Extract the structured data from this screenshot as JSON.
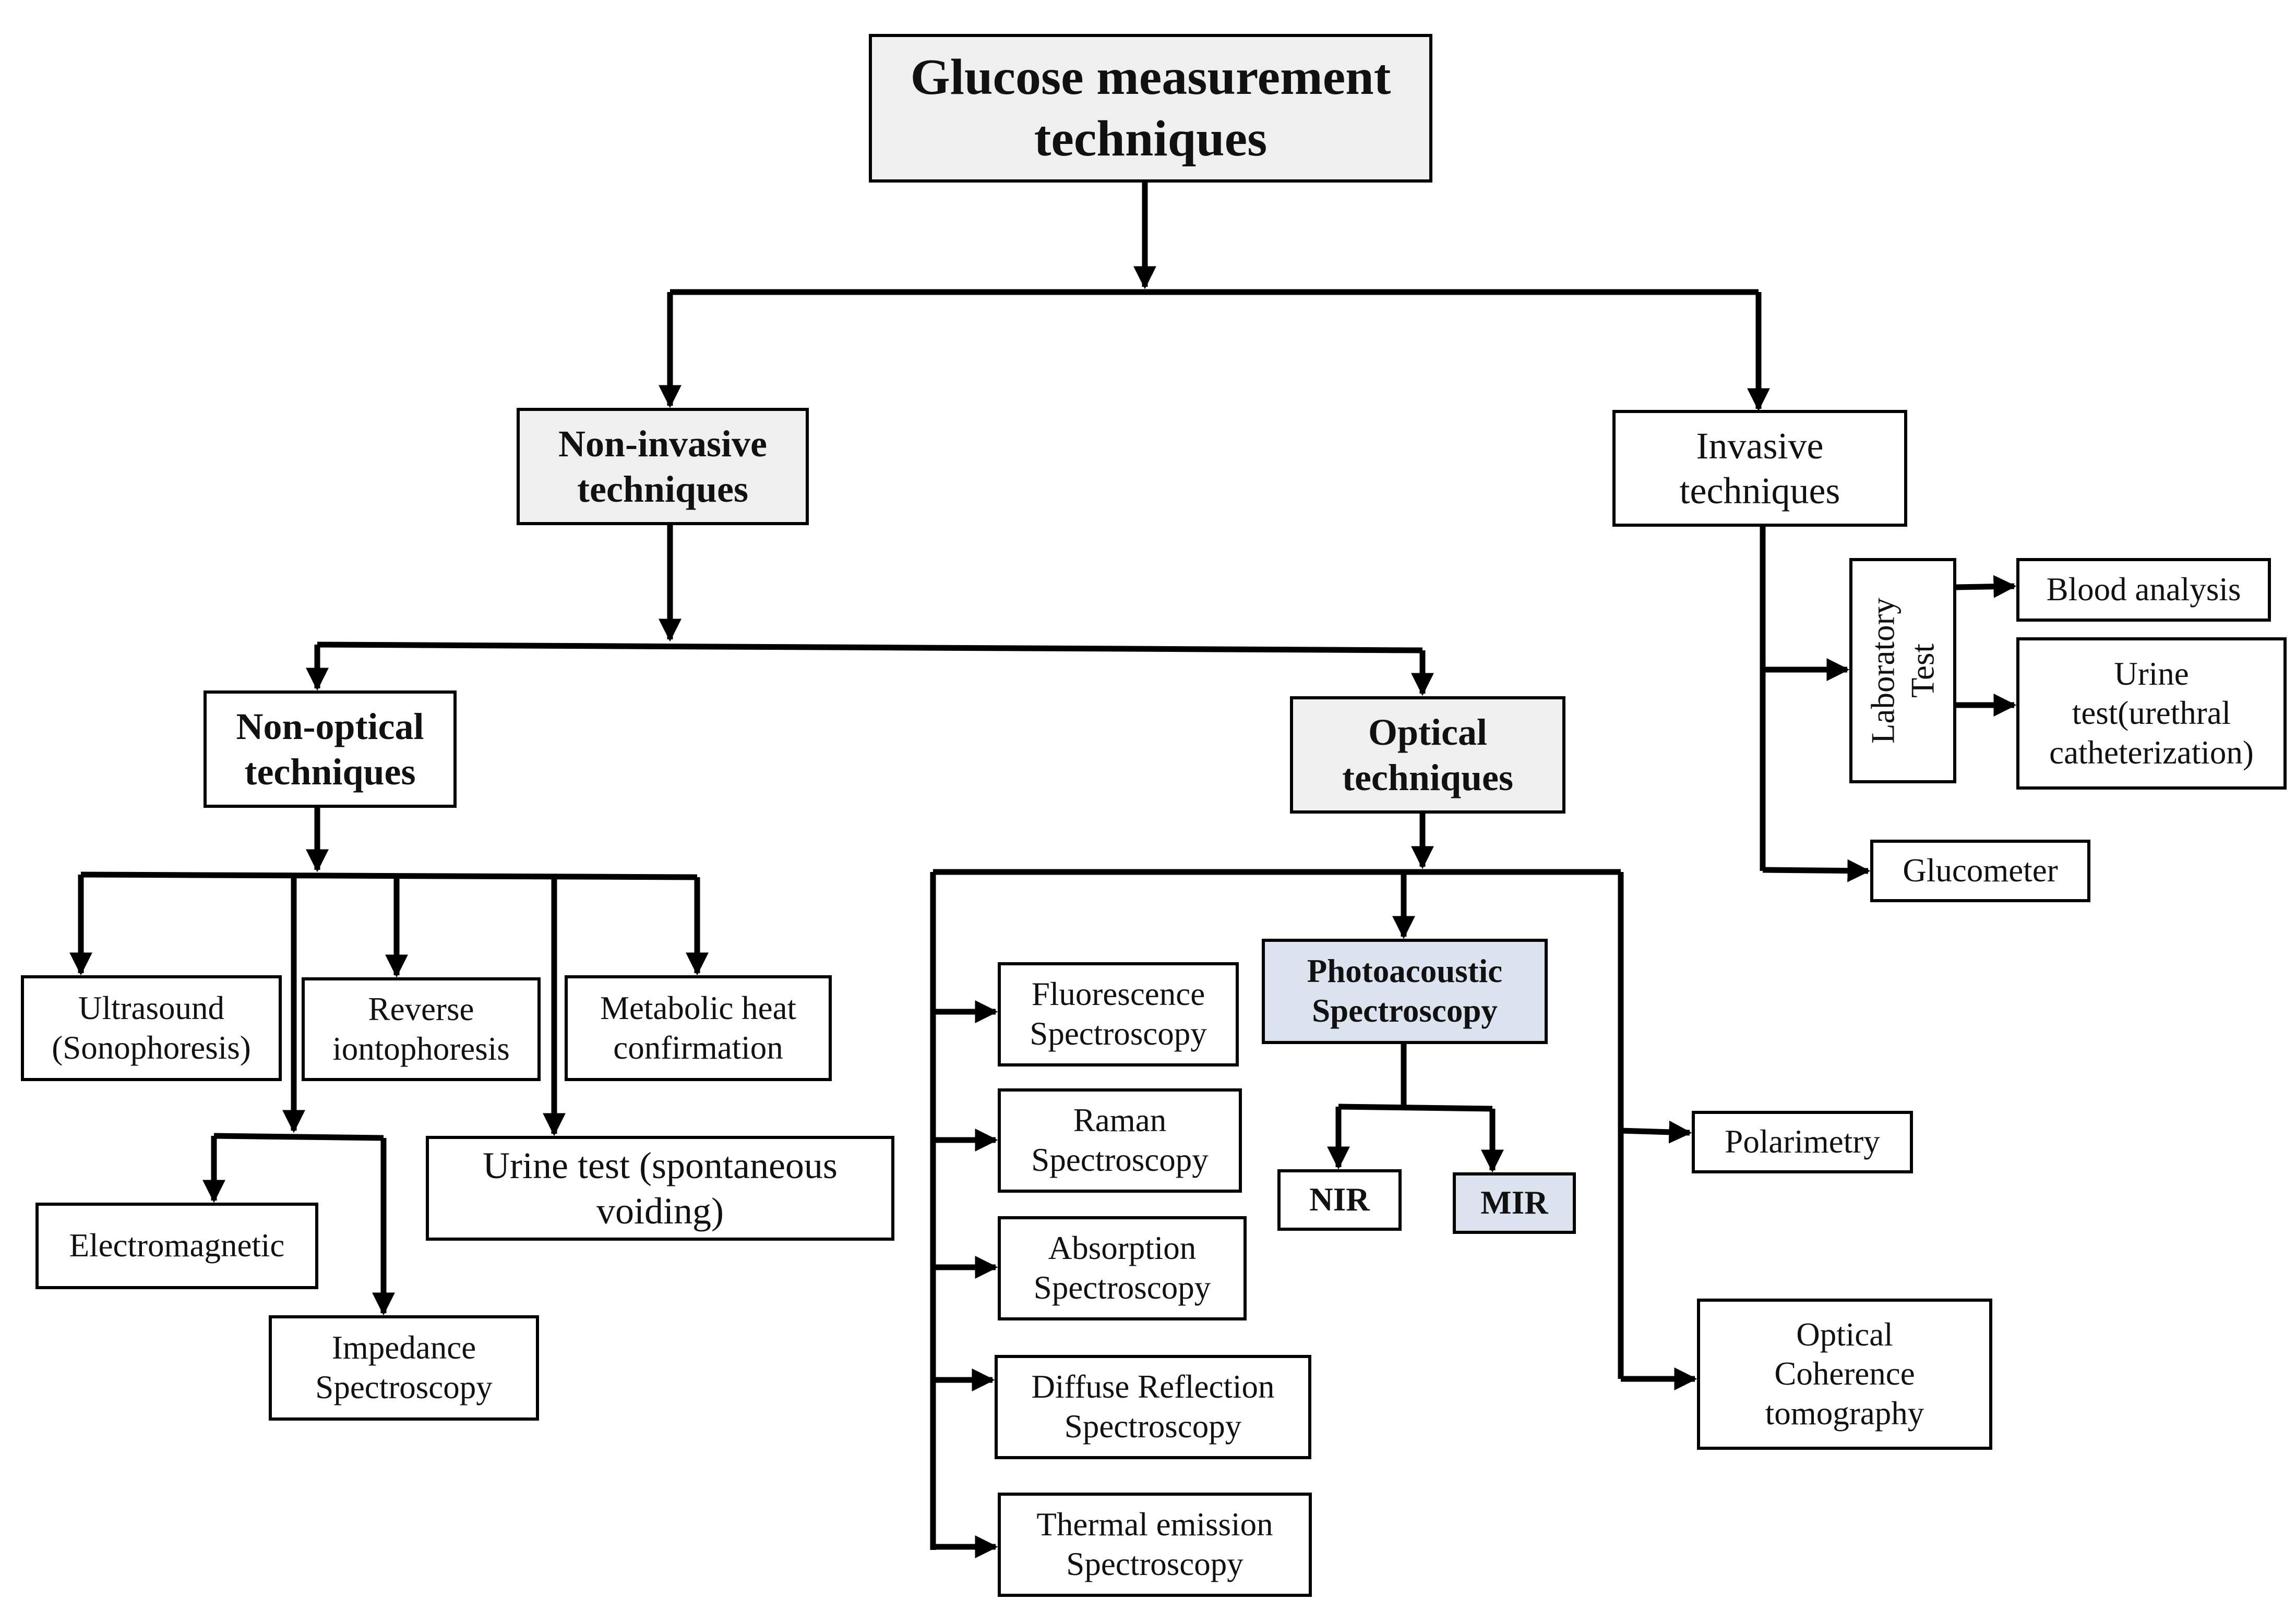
{
  "root": {
    "line1": "Glucose measurement",
    "line2": "techniques"
  },
  "non_invasive": {
    "line1": "Non-invasive",
    "line2": "techniques"
  },
  "invasive": {
    "line1": "Invasive",
    "line2": "techniques"
  },
  "non_optical": {
    "title": {
      "line1": "Non-optical",
      "line2": "techniques"
    },
    "ultrasound": {
      "line1": "Ultrasound",
      "line2": "(Sonophoresis)"
    },
    "reverse_iontophoresis": {
      "line1": "Reverse",
      "line2": "iontophoresis"
    },
    "metabolic_heat": {
      "line1": "Metabolic  heat",
      "line2": "confirmation"
    },
    "urine_test_spontaneous": {
      "line1": "Urine test (spontaneous",
      "line2": "voiding)"
    },
    "electromagnetic": {
      "line1": "Electromagnetic"
    },
    "impedance": {
      "line1": "Impedance",
      "line2": "Spectroscopy"
    }
  },
  "optical": {
    "title": {
      "line1": "Optical",
      "line2": "techniques"
    },
    "fluorescence": {
      "line1": "Fluorescence",
      "line2": "Spectroscopy"
    },
    "raman": {
      "line1": "Raman",
      "line2": "Spectroscopy"
    },
    "absorption": {
      "line1": "Absorption",
      "line2": "Spectroscopy"
    },
    "diffuse_reflection": {
      "line1": "Diffuse Reflection",
      "line2": "Spectroscopy"
    },
    "thermal_emission": {
      "line1": "Thermal  emission",
      "line2": "Spectroscopy"
    },
    "photoacoustic": {
      "line1": "Photoacoustic",
      "line2": "Spectroscopy"
    },
    "nir": {
      "line1": "NIR"
    },
    "mir": {
      "line1": "MIR"
    },
    "polarimetry": {
      "line1": "Polarimetry"
    },
    "oct": {
      "line1": "Optical",
      "line2": "Coherence",
      "line3": "tomography"
    }
  },
  "invasive_children": {
    "laboratory": {
      "line1": "Laboratory",
      "line2": "Test"
    },
    "blood_analysis": {
      "line1": "Blood analysis"
    },
    "urine_catheter": {
      "line1": "Urine",
      "line2": "test(urethral",
      "line3": "catheterization)"
    },
    "glucometer": {
      "line1": "Glucometer"
    }
  },
  "colors": {
    "line": "#000000",
    "highlight_gray": "#efefef",
    "highlight_blue": "#dde3ee",
    "box_fill": "#ffffff"
  }
}
